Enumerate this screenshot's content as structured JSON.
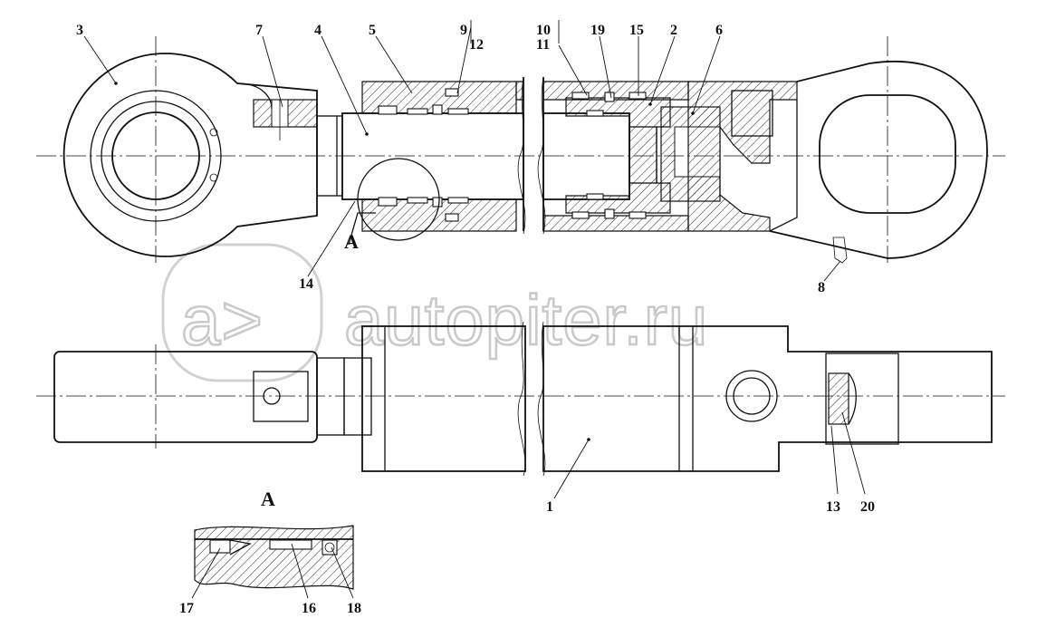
{
  "watermark": {
    "text": "autopiter.ru"
  },
  "section_marks": {
    "a_main": "A",
    "a_detail_title": "A"
  },
  "callouts": {
    "n1": "1",
    "n2": "2",
    "n3": "3",
    "n4": "4",
    "n5": "5",
    "n6": "6",
    "n7": "7",
    "n8": "8",
    "n9": "9",
    "n10": "10",
    "n11": "11",
    "n12": "12",
    "n13": "13",
    "n14": "14",
    "n15": "15",
    "n16": "16",
    "n17": "17",
    "n18": "18",
    "n19": "19",
    "n20": "20"
  }
}
